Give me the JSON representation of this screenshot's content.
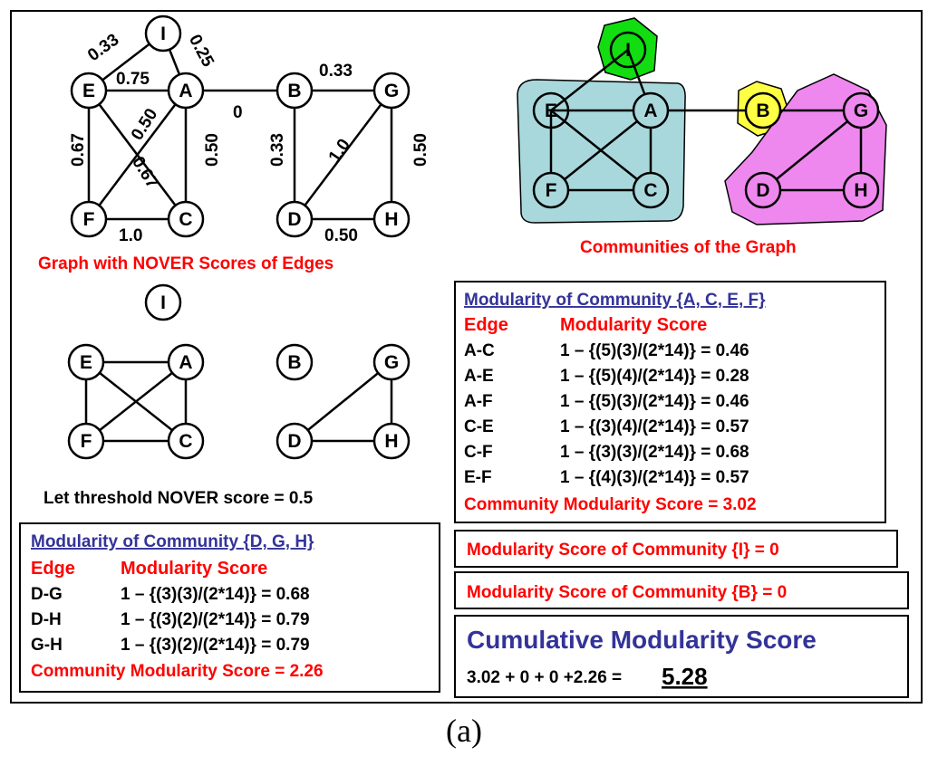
{
  "graph_top_left": {
    "caption": "Graph with NOVER Scores of Edges",
    "nodes": [
      "I",
      "E",
      "A",
      "F",
      "C",
      "B",
      "G",
      "D",
      "H"
    ],
    "edge_labels": {
      "E-I": "0.33",
      "I-A": "0.25",
      "E-A": "0.75",
      "A-B": "0",
      "A-F": "0.50",
      "E-C": "0.67",
      "A-C": "0.50",
      "E-F": "0.67",
      "F-C": "1.0",
      "B-G": "0.33",
      "B-D": "0.33",
      "D-G": "1.0",
      "G-H": "0.50",
      "D-H": "0.50"
    }
  },
  "graph_top_right": {
    "caption": "Communities of the Graph",
    "nodes": [
      "I",
      "E",
      "A",
      "F",
      "C",
      "B",
      "G",
      "D",
      "H"
    ],
    "community_colors": {
      "I": "#11dd11",
      "AECF": "#a8d8dc",
      "B": "#ffff44",
      "DGH": "#ee88ee"
    }
  },
  "graph_threshold": {
    "nodes": [
      "I",
      "E",
      "A",
      "F",
      "C",
      "B",
      "G",
      "D",
      "H"
    ],
    "caption": "Let threshold NOVER score = 0.5"
  },
  "box_aecf": {
    "title": "Modularity of Community {A, C, E, F}",
    "header_edge": "Edge",
    "header_score": "Modularity Score",
    "rows": [
      {
        "edge": "A-C",
        "score": "1 – {(5)(3)/(2*14)} = 0.46"
      },
      {
        "edge": "A-E",
        "score": "1 – {(5)(4)/(2*14)} = 0.28"
      },
      {
        "edge": "A-F",
        "score": "1 – {(5)(3)/(2*14)} = 0.46"
      },
      {
        "edge": "C-E",
        "score": "1 – {(3)(4)/(2*14)} = 0.57"
      },
      {
        "edge": "C-F",
        "score": "1 – {(3)(3)/(2*14)} = 0.68"
      },
      {
        "edge": "E-F",
        "score": "1 – {(4)(3)/(2*14)} = 0.57"
      }
    ],
    "total": "Community Modularity Score = 3.02"
  },
  "box_dgh": {
    "title": "Modularity of Community {D, G, H}",
    "header_edge": "Edge",
    "header_score": "Modularity Score",
    "rows": [
      {
        "edge": "D-G",
        "score": "1 – {(3)(3)/(2*14)} = 0.68"
      },
      {
        "edge": "D-H",
        "score": "1 – {(3)(2)/(2*14)} = 0.79"
      },
      {
        "edge": "G-H",
        "score": "1 – {(3)(2)/(2*14)} = 0.79"
      }
    ],
    "total": "Community Modularity Score = 2.26"
  },
  "box_i": {
    "text": "Modularity Score of Community {I} = 0"
  },
  "box_b": {
    "text": "Modularity Score of Community {B} = 0"
  },
  "box_cumulative": {
    "title": "Cumulative Modularity Score",
    "formula": "3.02 + 0 + 0 +2.26 =",
    "result": "5.28"
  },
  "figure_caption": "(a)",
  "colors": {
    "red": "#ff0000",
    "blue": "#333399"
  }
}
